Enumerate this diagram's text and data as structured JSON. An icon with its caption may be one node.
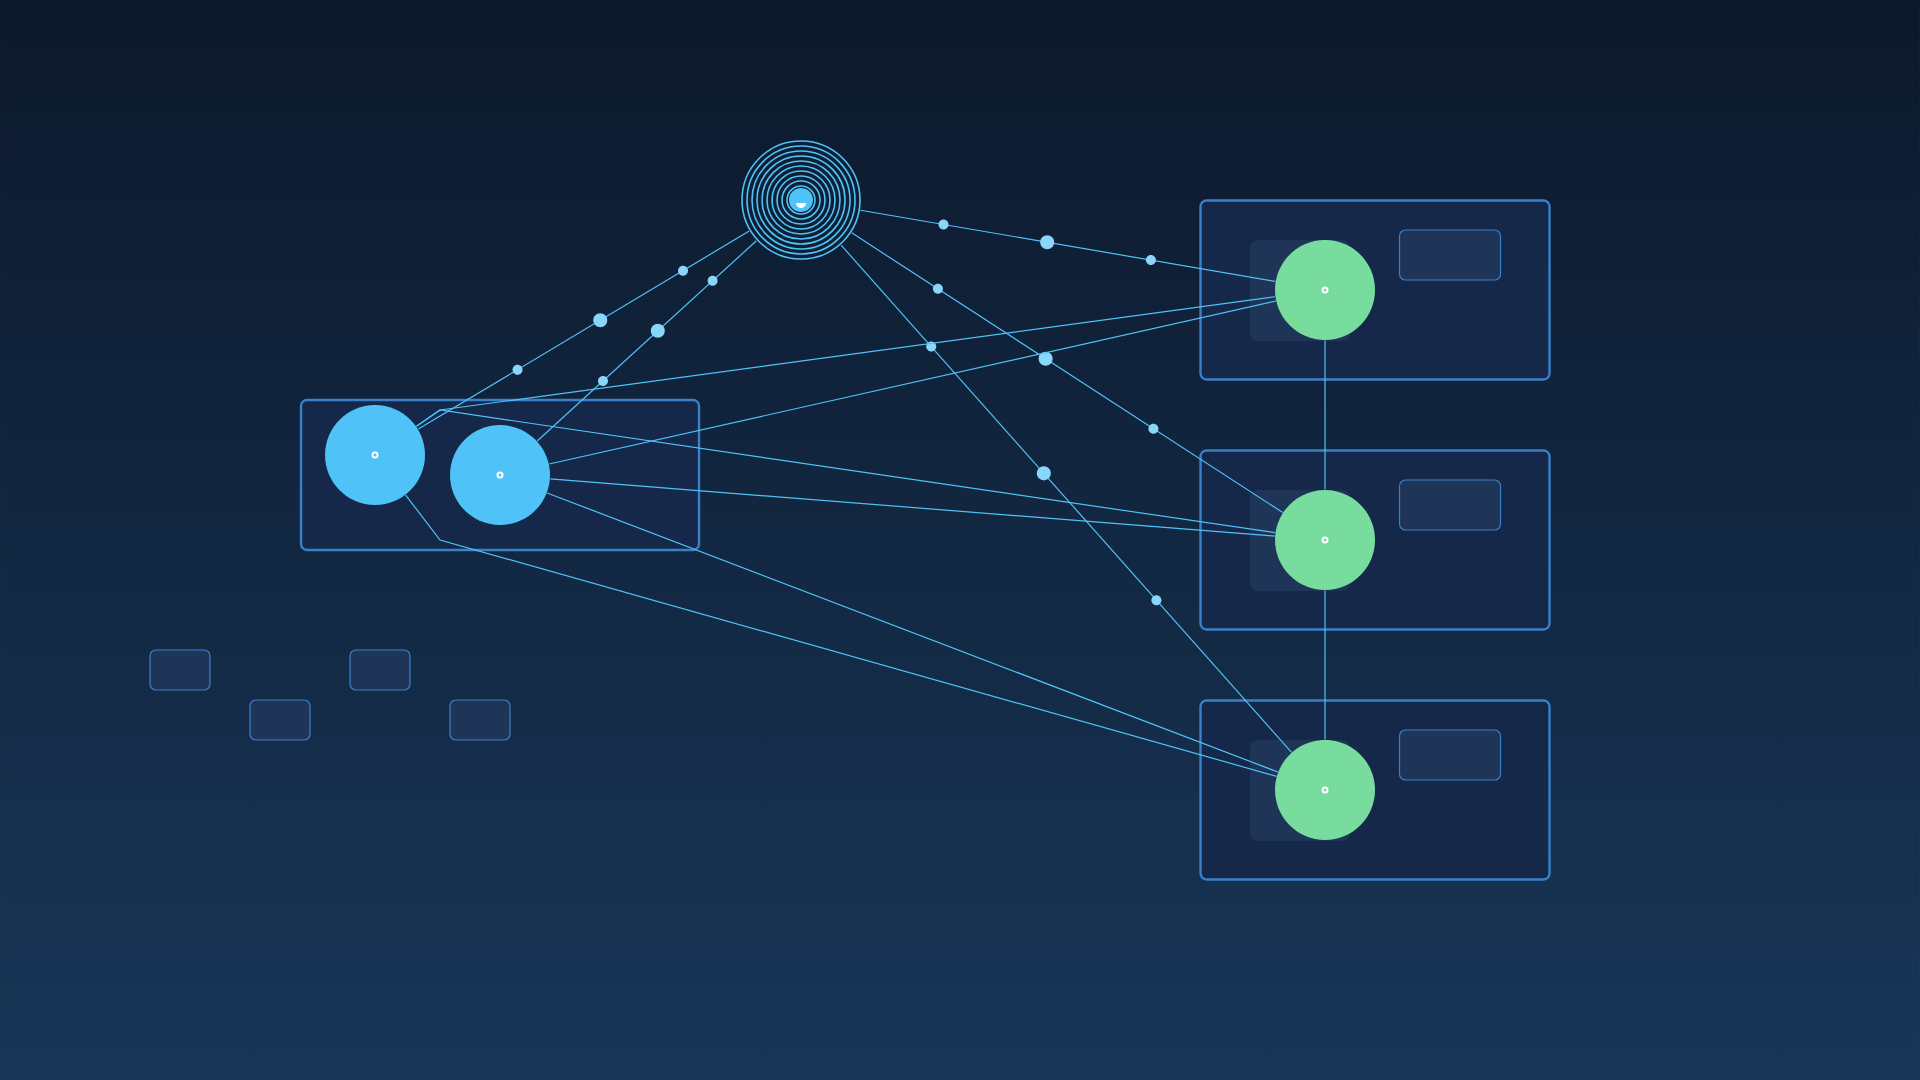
{
  "diagram": {
    "nodes": [
      {
        "text": [],
        "shape": "circle"
      },
      {
        "text": [],
        "shape": "box"
      },
      {
        "text": [],
        "shape": "circle",
        "in": 1
      },
      {
        "text": [],
        "shape": "circle",
        "in": 1
      },
      {
        "text": [],
        "shape": "box"
      },
      {
        "text": [],
        "shape": "circle",
        "in": 4
      },
      {
        "text": [],
        "shape": "box",
        "in": 4
      },
      {
        "text": [],
        "shape": "box"
      },
      {
        "text": [],
        "shape": "circle",
        "in": 7
      },
      {
        "text": [],
        "shape": "box",
        "in": 7
      },
      {
        "text": [],
        "shape": "box"
      },
      {
        "text": [],
        "shape": "circle",
        "in": 10
      },
      {
        "text": [],
        "shape": "box",
        "in": 10
      },
      {
        "text": [],
        "shape": "box"
      },
      {
        "text": [],
        "shape": "box"
      },
      {
        "text": [],
        "shape": "box"
      },
      {
        "text": [],
        "shape": "box"
      }
    ],
    "edges": [
      {
        "from": 0,
        "to": 2,
        "arrow": "none"
      },
      {
        "from": 0,
        "to": 3,
        "arrow": "none"
      },
      {
        "from": 0,
        "to": 5,
        "arrow": "none"
      },
      {
        "from": 0,
        "to": 8,
        "arrow": "none"
      },
      {
        "from": 0,
        "to": 11,
        "arrow": "none"
      },
      {
        "from": 2,
        "to": 5,
        "arrow": "none"
      },
      {
        "from": 3,
        "to": 5,
        "arrow": "none"
      },
      {
        "from": 2,
        "to": 8,
        "arrow": "none"
      },
      {
        "from": 3,
        "to": 8,
        "arrow": "none"
      },
      {
        "from": 2,
        "to": 11,
        "arrow": "none"
      },
      {
        "from": 3,
        "to": 11,
        "arrow": "none"
      },
      {
        "from": 5,
        "to": 8,
        "arrow": "none"
      },
      {
        "from": 8,
        "to": 11,
        "arrow": "none"
      }
    ]
  }
}
